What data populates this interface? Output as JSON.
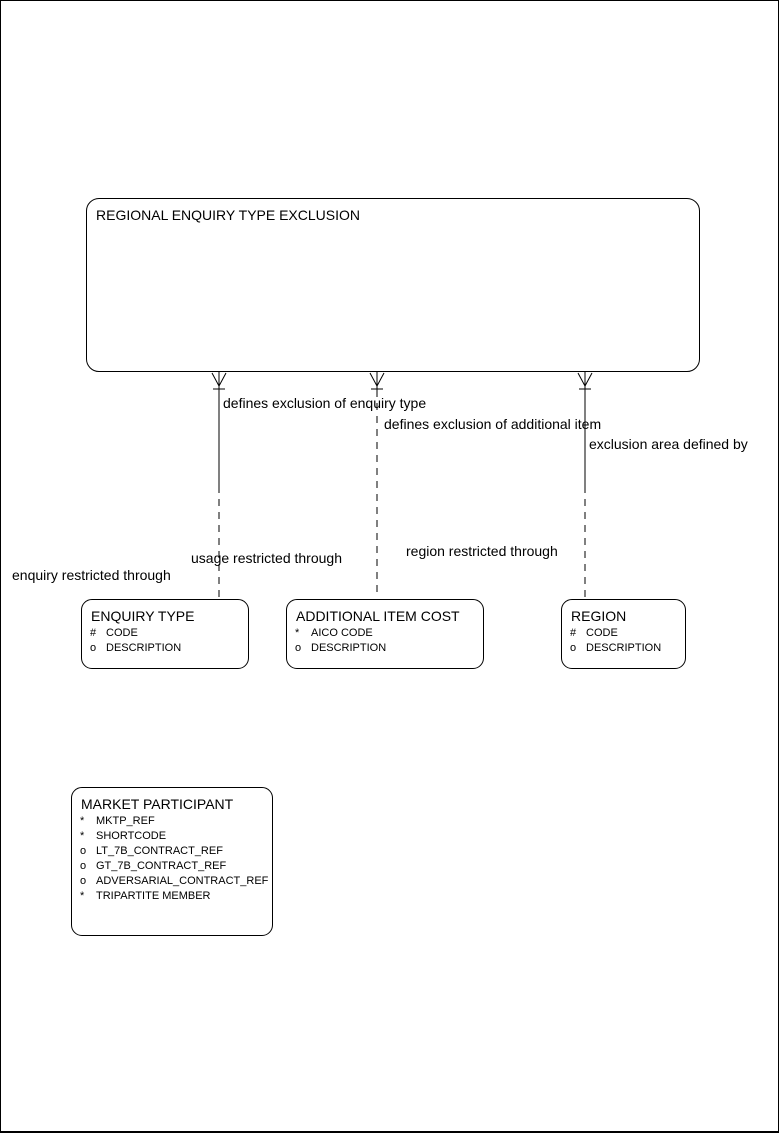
{
  "colors": {
    "background": "#ffffff",
    "foreground": "#000000"
  },
  "diagram": {
    "root_entity": {
      "name": "REGIONAL ENQUIRY TYPE EXCLUSION"
    },
    "entities": [
      {
        "name": "ENQUIRY TYPE",
        "attributes": [
          {
            "prefix": "#",
            "name": "CODE"
          },
          {
            "prefix": "o",
            "name": "DESCRIPTION"
          }
        ]
      },
      {
        "name": "ADDITIONAL ITEM COST",
        "attributes": [
          {
            "prefix": "*",
            "name": "AICO CODE"
          },
          {
            "prefix": "o",
            "name": "DESCRIPTION"
          }
        ]
      },
      {
        "name": "REGION",
        "attributes": [
          {
            "prefix": "#",
            "name": "CODE"
          },
          {
            "prefix": "o",
            "name": "DESCRIPTION"
          }
        ]
      },
      {
        "name": "MARKET PARTICIPANT",
        "attributes": [
          {
            "prefix": "*",
            "name": "MKTP_REF"
          },
          {
            "prefix": "*",
            "name": "SHORTCODE"
          },
          {
            "prefix": "o",
            "name": "LT_7B_CONTRACT_REF"
          },
          {
            "prefix": "o",
            "name": "GT_7B_CONTRACT_REF"
          },
          {
            "prefix": "o",
            "name": "ADVERSARIAL_CONTRACT_REF"
          },
          {
            "prefix": "*",
            "name": "TRIPARTITE MEMBER"
          }
        ]
      }
    ],
    "relationships": [
      {
        "from": "REGIONAL ENQUIRY TYPE EXCLUSION",
        "to": "ENQUIRY TYPE",
        "near_label": "defines exclusion of enquiry type",
        "far_label": "enquiry restricted through"
      },
      {
        "from": "REGIONAL ENQUIRY TYPE EXCLUSION",
        "to": "ADDITIONAL ITEM COST",
        "near_label": "defines exclusion of additional item",
        "far_label": "usage restricted through"
      },
      {
        "from": "REGIONAL ENQUIRY TYPE EXCLUSION",
        "to": "REGION",
        "near_label": "exclusion area defined by",
        "far_label": "region restricted through"
      }
    ]
  }
}
